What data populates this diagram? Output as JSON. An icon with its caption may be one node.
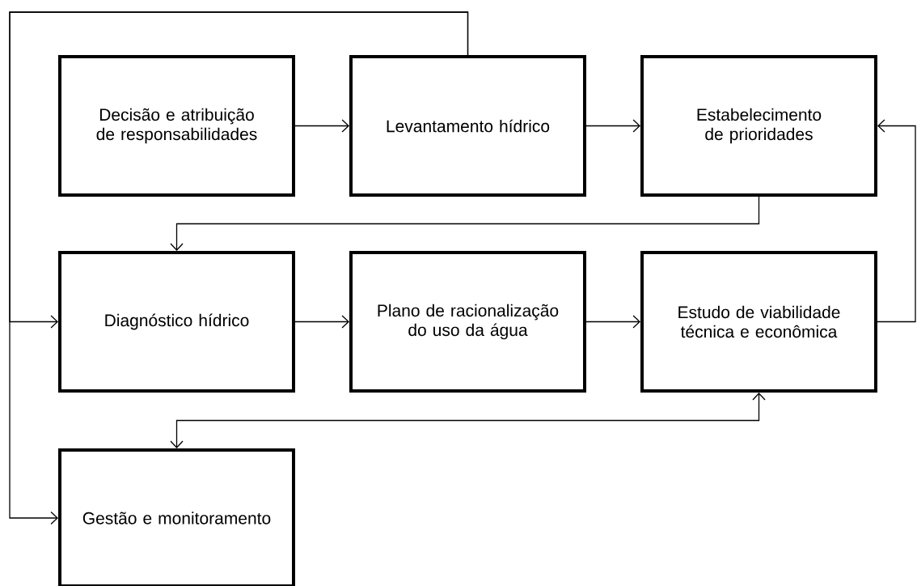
{
  "diagram": {
    "nodes": [
      {
        "text": [
          "Decisão e atribuição de responsabilidades"
        ]
      },
      {
        "text": [
          "Levantamento hídrico"
        ]
      },
      {
        "text": [
          "Estabelecimento de prioridades"
        ]
      },
      {
        "text": [
          "Diagnóstico hídrico"
        ]
      },
      {
        "text": [
          "Plano de racionalização do uso da água"
        ]
      },
      {
        "text": [
          "Estudo de viabilidade técnica e econômica"
        ]
      },
      {
        "text": [
          "Gestão e monitoramento"
        ]
      }
    ],
    "edges": [
      {
        "from": 0,
        "to": 1,
        "arrow": "to"
      },
      {
        "from": 1,
        "to": 2,
        "arrow": "to"
      },
      {
        "from": 2,
        "to": 3,
        "arrow": "to"
      },
      {
        "from": 3,
        "to": 4,
        "arrow": "to"
      },
      {
        "from": 4,
        "to": 5,
        "arrow": "to"
      },
      {
        "from": 5,
        "to": 2,
        "arrow": "to"
      },
      {
        "from": 5,
        "to": 6,
        "arrow": "both"
      },
      {
        "from": 1,
        "to": 3,
        "arrow": "to"
      },
      {
        "from": 1,
        "to": 6,
        "arrow": "to"
      }
    ]
  }
}
